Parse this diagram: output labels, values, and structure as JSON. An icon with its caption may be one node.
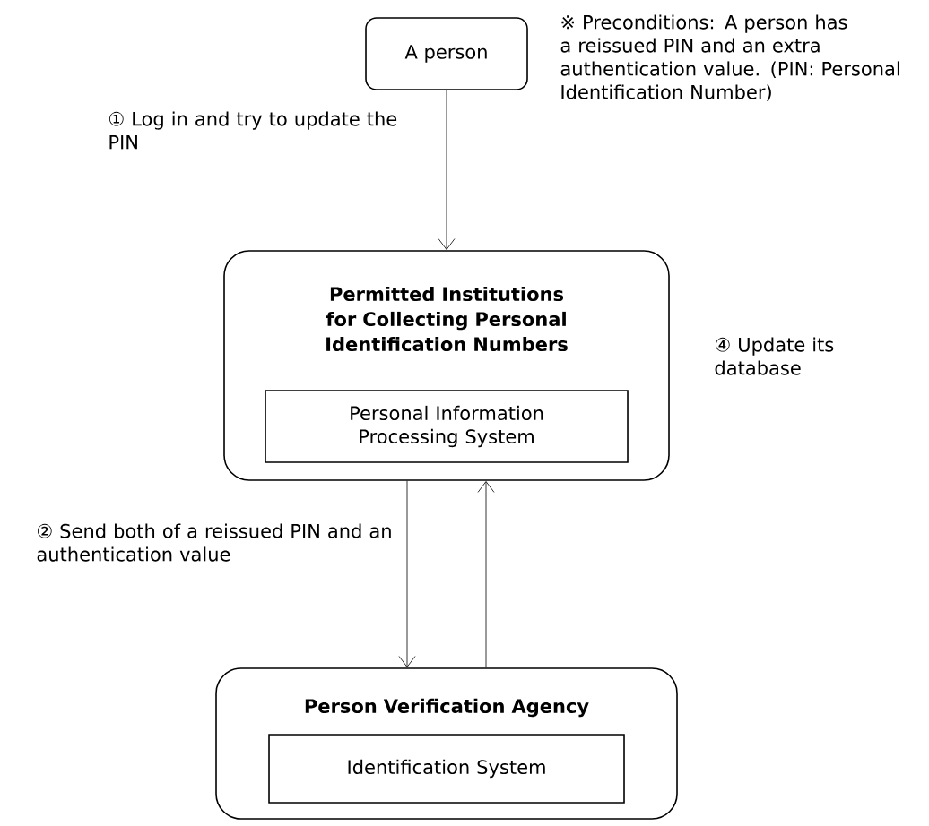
{
  "diagram": {
    "nodes": [
      {
        "text": [
          "A person"
        ]
      },
      {
        "text": [
          "Permitted Institutions for Collecting Personal Identification Numbers"
        ]
      },
      {
        "text": [
          "Personal Information Processing System"
        ],
        "in": 1
      },
      {
        "text": [
          "Person Verification Agency"
        ]
      },
      {
        "text": [
          "Identification System"
        ],
        "in": 3
      }
    ],
    "edges": [
      {
        "from": 0,
        "to": 1,
        "arrow": "to",
        "label": "① Log in and try to update the PIN"
      },
      {
        "from": 1,
        "to": 3,
        "arrow": "to",
        "label": "② Send both of a reissued PIN and an authentication value"
      },
      {
        "from": 3,
        "to": 1,
        "arrow": "to"
      }
    ],
    "labels": [
      "※ Preconditions: A person has a reissued PIN and an extra authentication value. (PIN: Personal Identification Number)",
      "④ Update its database"
    ]
  }
}
